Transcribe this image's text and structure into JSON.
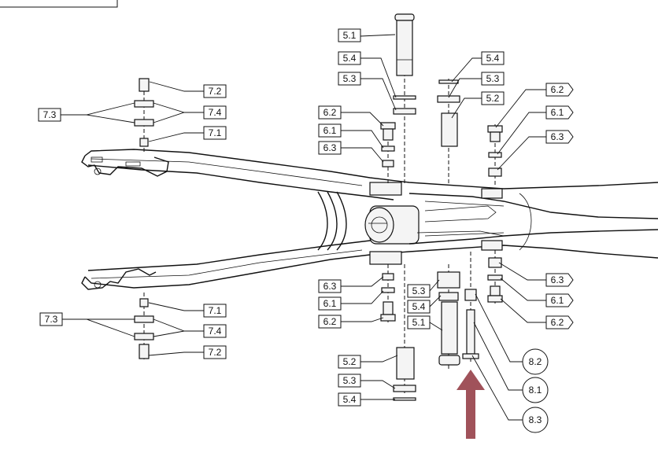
{
  "callouts": {
    "c51_top": "5.1",
    "c54_top": "5.4",
    "c53_top": "5.3",
    "c54_r": "5.4",
    "c53_r": "5.3",
    "c52_r": "5.2",
    "c62_l": "6.2",
    "c61_l": "6.1",
    "c63_l": "6.3",
    "c62_r": "6.2",
    "c61_r": "6.1",
    "c63_r": "6.3",
    "c72_top": "7.2",
    "c74_top": "7.4",
    "c73_top": "7.3",
    "c71_top": "7.1",
    "c63_bl": "6.3",
    "c61_bl": "6.1",
    "c62_bl": "6.2",
    "c53_b": "5.3",
    "c54_b": "5.4",
    "c51_b": "5.1",
    "c63_br": "6.3",
    "c61_br": "6.1",
    "c62_br": "6.2",
    "c73_bot": "7.3",
    "c71_bot": "7.1",
    "c74_bot": "7.4",
    "c72_bot": "7.2",
    "c52_bot": "5.2",
    "c53_bot": "5.3",
    "c54_bot": "5.4",
    "c82": "8.2",
    "c81": "8.1",
    "c83": "8.3"
  },
  "colors": {
    "arrow": "#a0525a",
    "line": "#111111"
  }
}
